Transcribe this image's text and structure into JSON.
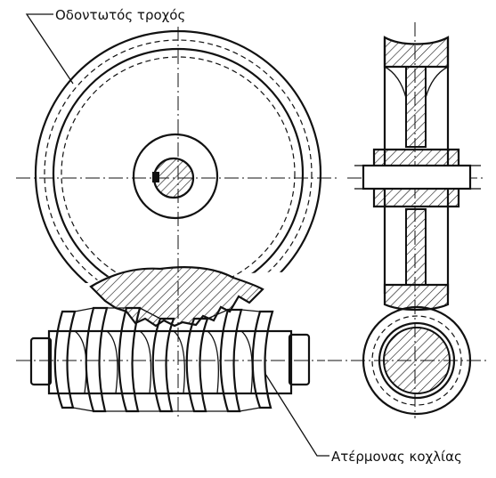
{
  "labels": {
    "worm_wheel": "Οδοντωτός τροχός",
    "worm_screw": "Ατέρμονας κοχλίας"
  },
  "colors": {
    "ink": "#111111",
    "paper": "#ffffff"
  },
  "icons": [
    "gear-wheel-front-view",
    "gear-wheel-side-section",
    "worm-screw-front-view",
    "worm-screw-cross-section"
  ]
}
